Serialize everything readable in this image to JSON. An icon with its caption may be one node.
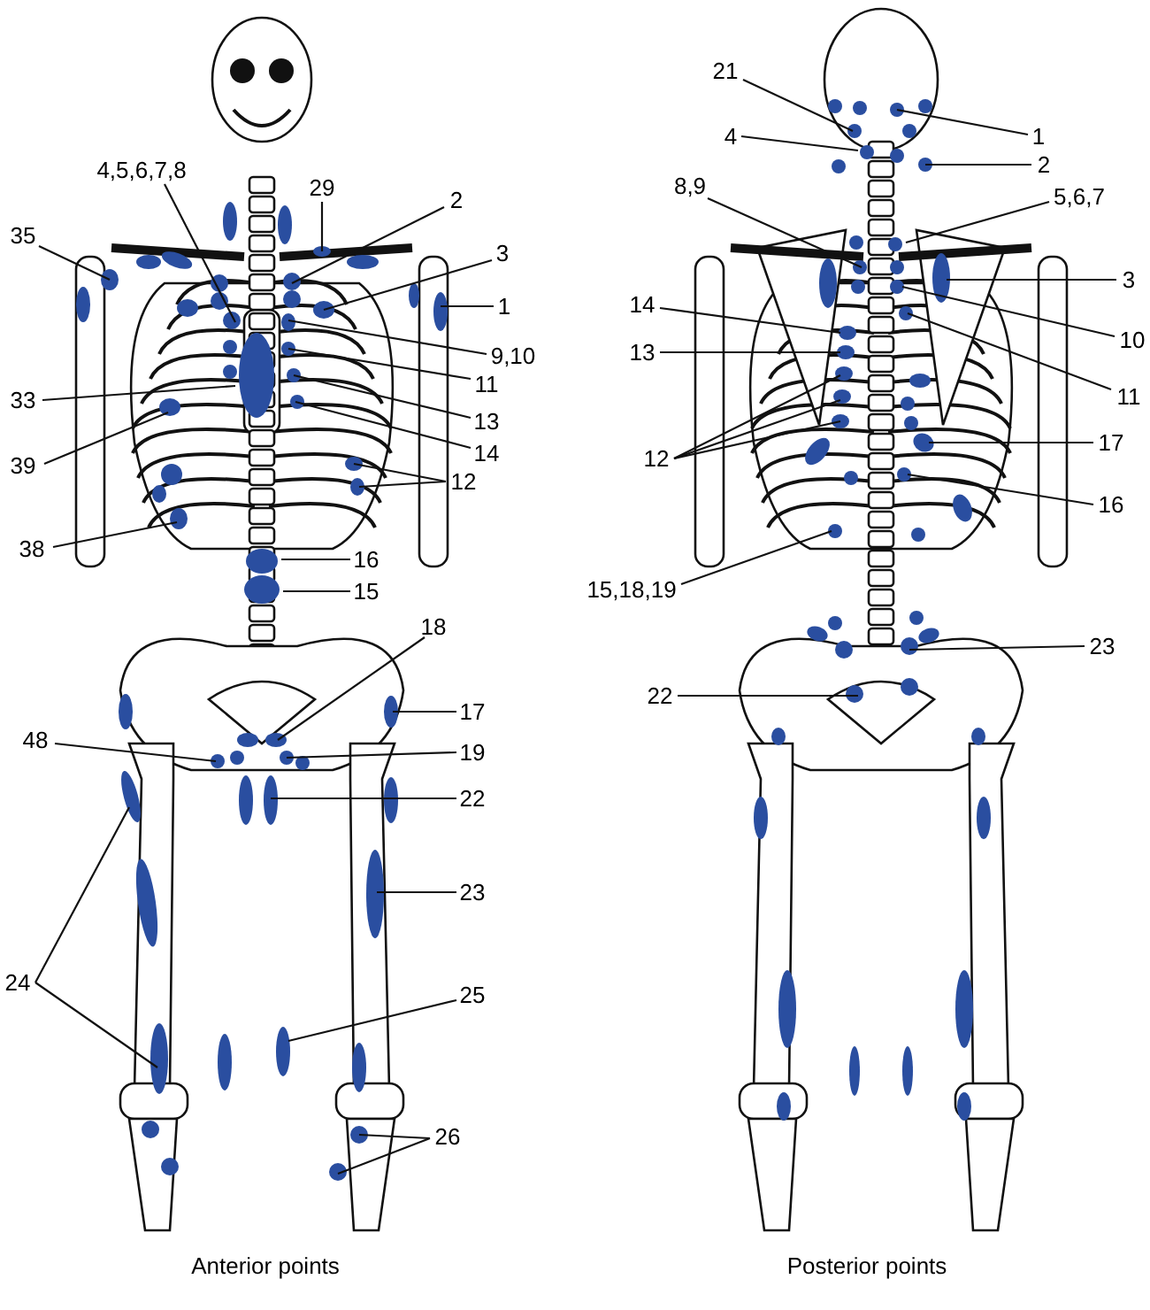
{
  "diagram": {
    "nodes": [
      {
        "text": [
          "4,5,6,7,8"
        ]
      },
      {
        "text": [
          "29"
        ]
      },
      {
        "text": [
          "2"
        ]
      },
      {
        "text": [
          "35"
        ]
      },
      {
        "text": [
          "3"
        ]
      },
      {
        "text": [
          "1"
        ]
      },
      {
        "text": [
          "9,10"
        ]
      },
      {
        "text": [
          "33"
        ]
      },
      {
        "text": [
          "11"
        ]
      },
      {
        "text": [
          "13"
        ]
      },
      {
        "text": [
          "39"
        ]
      },
      {
        "text": [
          "14"
        ]
      },
      {
        "text": [
          "12"
        ]
      },
      {
        "text": [
          "38"
        ]
      },
      {
        "text": [
          "16"
        ]
      },
      {
        "text": [
          "15"
        ]
      },
      {
        "text": [
          "18"
        ]
      },
      {
        "text": [
          "17"
        ]
      },
      {
        "text": [
          "48"
        ]
      },
      {
        "text": [
          "19"
        ]
      },
      {
        "text": [
          "22"
        ]
      },
      {
        "text": [
          "23"
        ]
      },
      {
        "text": [
          "24"
        ]
      },
      {
        "text": [
          "25"
        ]
      },
      {
        "text": [
          "26"
        ]
      },
      {
        "text": [
          "21"
        ]
      },
      {
        "text": [
          "1"
        ]
      },
      {
        "text": [
          "4"
        ]
      },
      {
        "text": [
          "2"
        ]
      },
      {
        "text": [
          "8,9"
        ]
      },
      {
        "text": [
          "5,6,7"
        ]
      },
      {
        "text": [
          "3"
        ]
      },
      {
        "text": [
          "10"
        ]
      },
      {
        "text": [
          "14"
        ]
      },
      {
        "text": [
          "11"
        ]
      },
      {
        "text": [
          "13"
        ]
      },
      {
        "text": [
          "17"
        ]
      },
      {
        "text": [
          "12"
        ]
      },
      {
        "text": [
          "16"
        ]
      },
      {
        "text": [
          "15,18,19"
        ]
      },
      {
        "text": [
          "23"
        ]
      },
      {
        "text": [
          "22"
        ]
      }
    ],
    "edges": [
      {
        "from": 0,
        "to": null,
        "arrow": "none"
      },
      {
        "from": 1,
        "to": null,
        "arrow": "none"
      },
      {
        "from": 2,
        "to": null,
        "arrow": "none"
      },
      {
        "from": 3,
        "to": null,
        "arrow": "none"
      },
      {
        "from": 4,
        "to": null,
        "arrow": "none"
      },
      {
        "from": 5,
        "to": null,
        "arrow": "none"
      },
      {
        "from": 6,
        "to": null,
        "arrow": "none"
      },
      {
        "from": 7,
        "to": null,
        "arrow": "none"
      },
      {
        "from": 8,
        "to": null,
        "arrow": "none"
      },
      {
        "from": 9,
        "to": null,
        "arrow": "none"
      },
      {
        "from": 10,
        "to": null,
        "arrow": "none"
      },
      {
        "from": 11,
        "to": null,
        "arrow": "none"
      },
      {
        "from": 12,
        "to": null,
        "arrow": "none"
      },
      {
        "from": 12,
        "to": null,
        "arrow": "none"
      },
      {
        "from": 13,
        "to": null,
        "arrow": "none"
      },
      {
        "from": 14,
        "to": null,
        "arrow": "none"
      },
      {
        "from": 15,
        "to": null,
        "arrow": "none"
      },
      {
        "from": 16,
        "to": null,
        "arrow": "none"
      },
      {
        "from": 17,
        "to": null,
        "arrow": "none"
      },
      {
        "from": 18,
        "to": null,
        "arrow": "none"
      },
      {
        "from": 19,
        "to": null,
        "arrow": "none"
      },
      {
        "from": 20,
        "to": null,
        "arrow": "none"
      },
      {
        "from": 21,
        "to": null,
        "arrow": "none"
      },
      {
        "from": 22,
        "to": null,
        "arrow": "none"
      },
      {
        "from": 22,
        "to": null,
        "arrow": "none"
      },
      {
        "from": 23,
        "to": null,
        "arrow": "none"
      },
      {
        "from": 24,
        "to": null,
        "arrow": "none"
      },
      {
        "from": 24,
        "to": null,
        "arrow": "none"
      },
      {
        "from": 25,
        "to": null,
        "arrow": "none"
      },
      {
        "from": 26,
        "to": null,
        "arrow": "none"
      },
      {
        "from": 27,
        "to": null,
        "arrow": "none"
      },
      {
        "from": 28,
        "to": null,
        "arrow": "none"
      },
      {
        "from": 29,
        "to": null,
        "arrow": "none"
      },
      {
        "from": 30,
        "to": null,
        "arrow": "none"
      },
      {
        "from": 31,
        "to": null,
        "arrow": "none"
      },
      {
        "from": 32,
        "to": null,
        "arrow": "none"
      },
      {
        "from": 33,
        "to": null,
        "arrow": "none"
      },
      {
        "from": 34,
        "to": null,
        "arrow": "none"
      },
      {
        "from": 35,
        "to": null,
        "arrow": "none"
      },
      {
        "from": 36,
        "to": null,
        "arrow": "none"
      },
      {
        "from": 37,
        "to": null,
        "arrow": "none"
      },
      {
        "from": 37,
        "to": null,
        "arrow": "none"
      },
      {
        "from": 37,
        "to": null,
        "arrow": "none"
      },
      {
        "from": 38,
        "to": null,
        "arrow": "none"
      },
      {
        "from": 39,
        "to": null,
        "arrow": "none"
      },
      {
        "from": 40,
        "to": null,
        "arrow": "none"
      },
      {
        "from": 41,
        "to": null,
        "arrow": "none"
      }
    ],
    "labels": [
      "Anterior points",
      "Posterior points"
    ]
  }
}
